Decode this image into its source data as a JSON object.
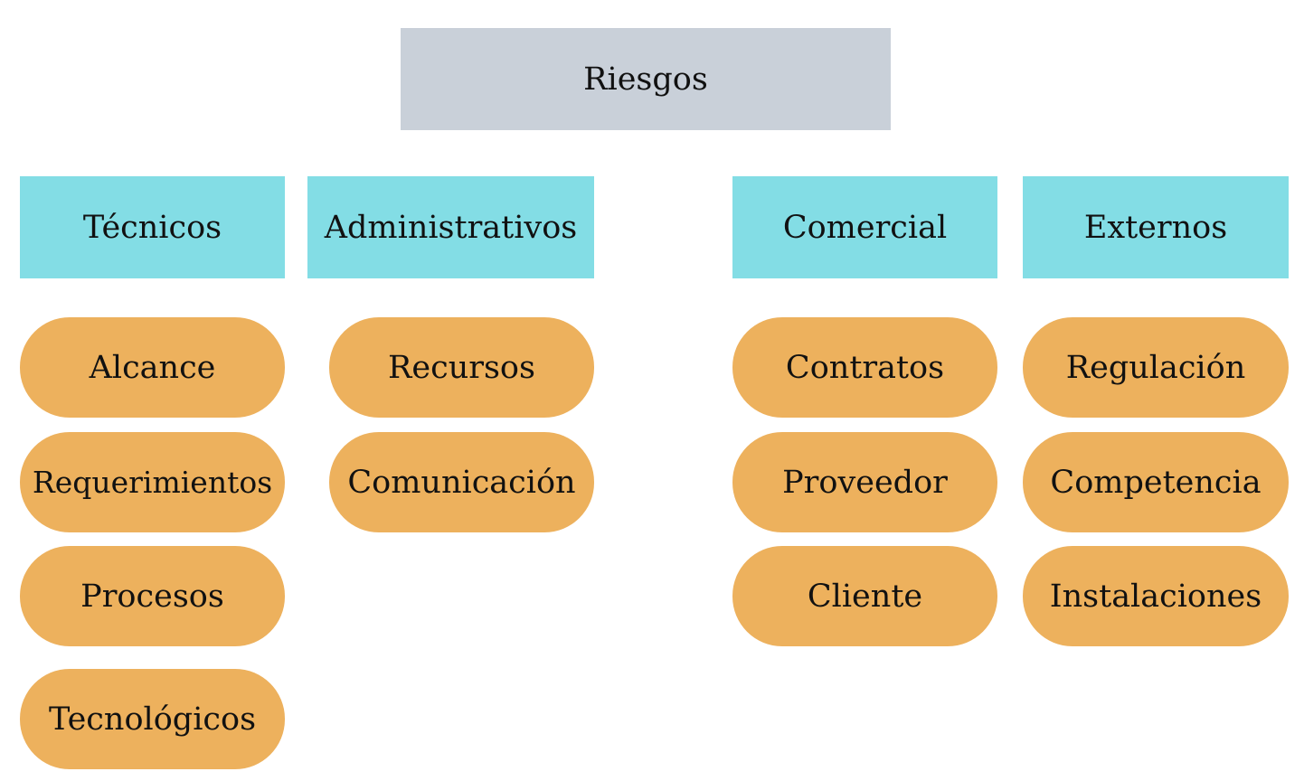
{
  "root": {
    "label": "Riesgos"
  },
  "categories": [
    {
      "label": "Técnicos",
      "items": [
        "Alcance",
        "Requerimientos",
        "Procesos",
        "Tecnológicos"
      ]
    },
    {
      "label": "Administrativos",
      "items": [
        "Recursos",
        "Comunicación"
      ]
    },
    {
      "label": "Comercial",
      "items": [
        "Contratos",
        "Proveedor",
        "Cliente"
      ]
    },
    {
      "label": "Externos",
      "items": [
        "Regulación",
        "Competencia",
        "Instalaciones"
      ]
    }
  ],
  "colors": {
    "root_fill": "#c9d0d9",
    "category_fill": "#83dde5",
    "item_fill": "#edb15d",
    "text": "#111111",
    "background": "#ffffff"
  }
}
